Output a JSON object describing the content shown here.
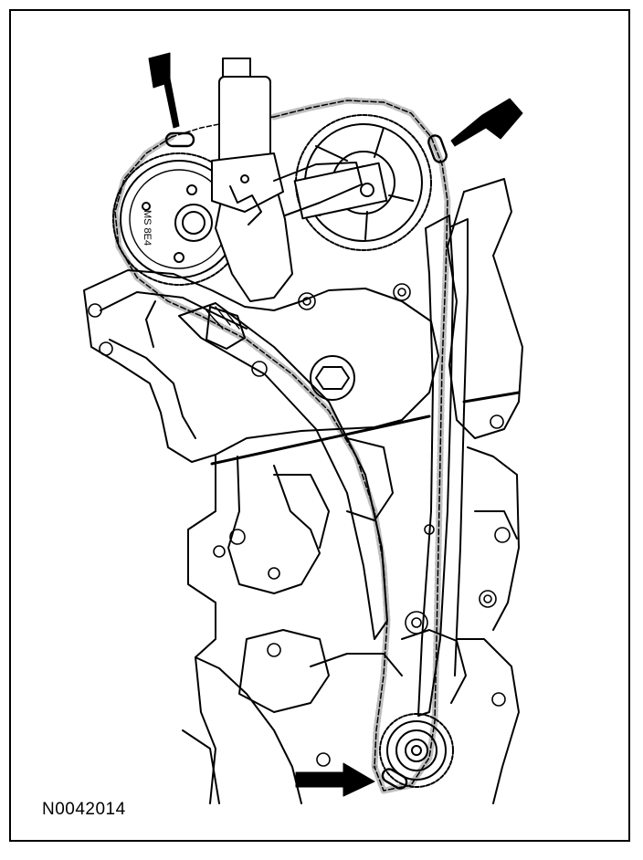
{
  "figure": {
    "id_label": "N0042014",
    "sprocket_marking": "MS 8E4",
    "line_color": "#000000",
    "background_color": "#ffffff",
    "arrow_count": 3
  }
}
